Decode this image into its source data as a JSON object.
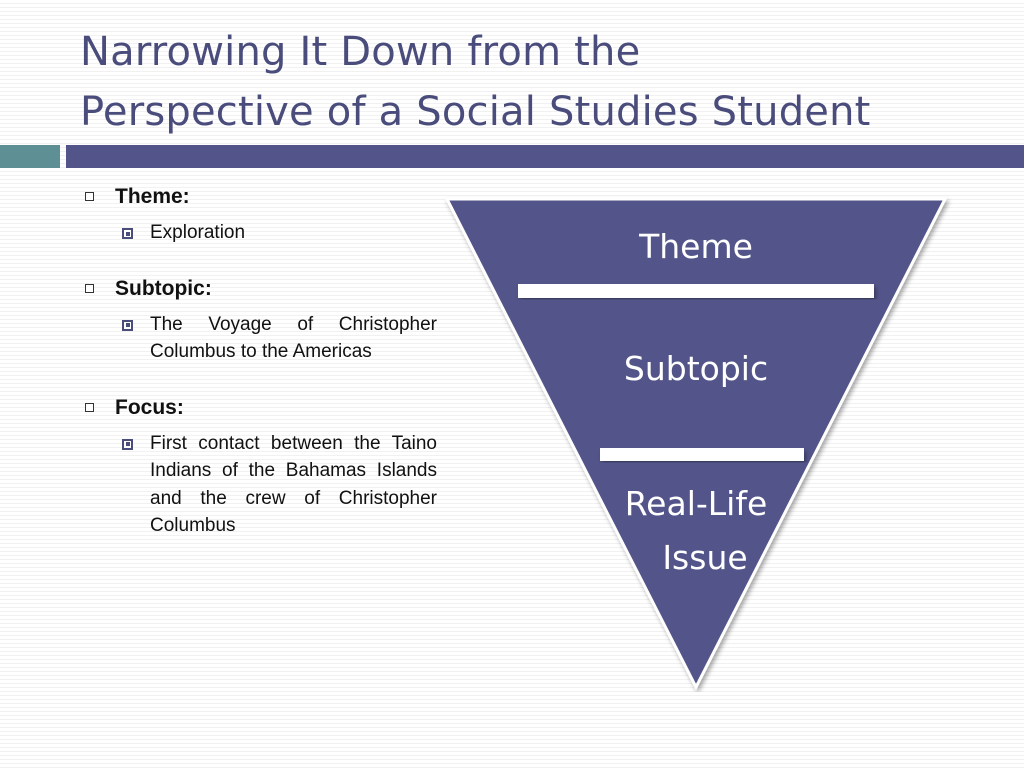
{
  "slide": {
    "title_lines": [
      "Narrowing It Down from the",
      "Perspective of a Social Studies Student"
    ]
  },
  "content": {
    "groups": [
      {
        "heading": "Theme:",
        "detail": "Exploration"
      },
      {
        "heading": "Subtopic:",
        "detail": "The Voyage of Christopher Columbus to the Americas"
      },
      {
        "heading": "Focus:",
        "detail": "First contact between the Taino Indians of the Bahamas Islands and the crew of Christopher Columbus"
      }
    ]
  },
  "funnel": {
    "levels": [
      "Theme",
      "Subtopic",
      "Real-Life",
      "Issue"
    ]
  },
  "colors": {
    "title": "#4a4c7c",
    "accent_teal": "#5d8f95",
    "accent_purple": "#53548a",
    "funnel_fill": "#53548a",
    "divider": "#ffffff"
  }
}
